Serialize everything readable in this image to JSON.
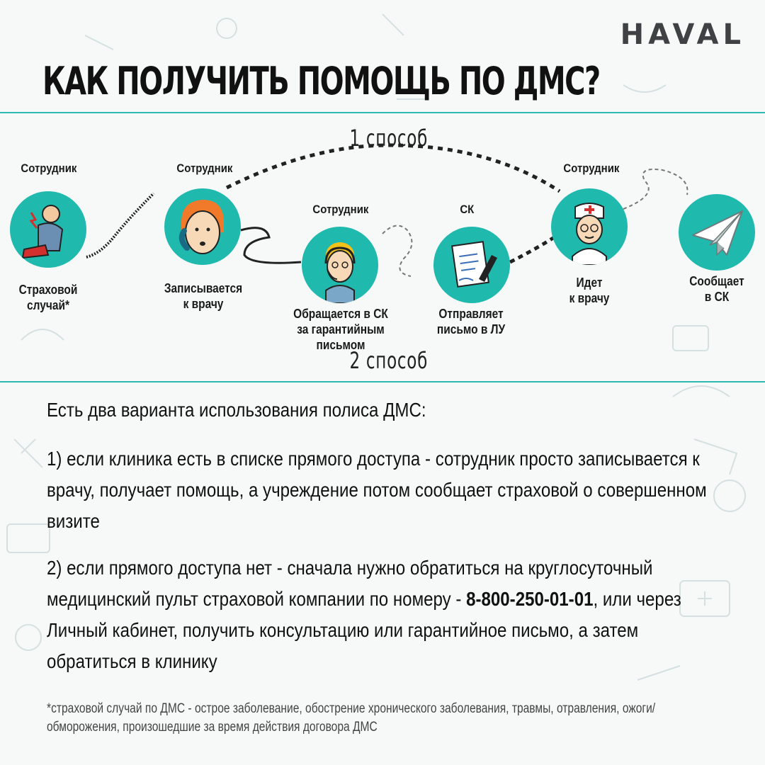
{
  "brand": {
    "logo_text": "HAVAL"
  },
  "title": "КАК ПОЛУЧИТЬ ПОМОЩЬ ПО ДМС?",
  "diagram": {
    "method_1": "1 способ",
    "method_2": "2 способ",
    "steps": [
      {
        "role": "Сотрудник",
        "caption": "Страховой\nслучай*",
        "icon": "injured-person-icon"
      },
      {
        "role": "Сотрудник",
        "caption": "Записывается\nк врачу",
        "icon": "phone-call-person-icon"
      },
      {
        "role": "Сотрудник",
        "caption": "Обращается в СК\nза гарантийным письмом",
        "icon": "operator-headset-icon"
      },
      {
        "role": "СК",
        "caption": "Отправляет\nписьмо в ЛУ",
        "icon": "letter-pen-icon"
      },
      {
        "role": "Сотрудник",
        "caption": "Идет\nк врачу",
        "icon": "doctor-icon"
      },
      {
        "role": "",
        "caption": "Сообщает\nв СК",
        "icon": "paper-plane-icon"
      }
    ]
  },
  "colors": {
    "accent": "#1fb9ae",
    "rule": "#2fb9b4",
    "text": "#111111"
  },
  "content": {
    "intro": "Есть два варианта использования полиса ДМС:",
    "item_1": "1) если клиника есть в списке прямого доступа - сотрудник просто записывается к врачу, получает помощь, а учреждение потом сообщает страховой о совершенном визите",
    "item_2_before": "2) если прямого доступа нет - сначала нужно обратиться на круглосуточный медицинский пульт страховой компании по номеру - ",
    "item_2_phone": "8-800-250-01-01",
    "item_2_after": ", или через Личный кабинет, получить консультацию или гарантийное письмо, а затем обратиться в клинику"
  },
  "footnote": "*страховой случай по ДМС - острое заболевание, обострение хронического заболевания, травмы, отравления, ожоги/обморожения, произошедшие за время действия договора ДМС"
}
